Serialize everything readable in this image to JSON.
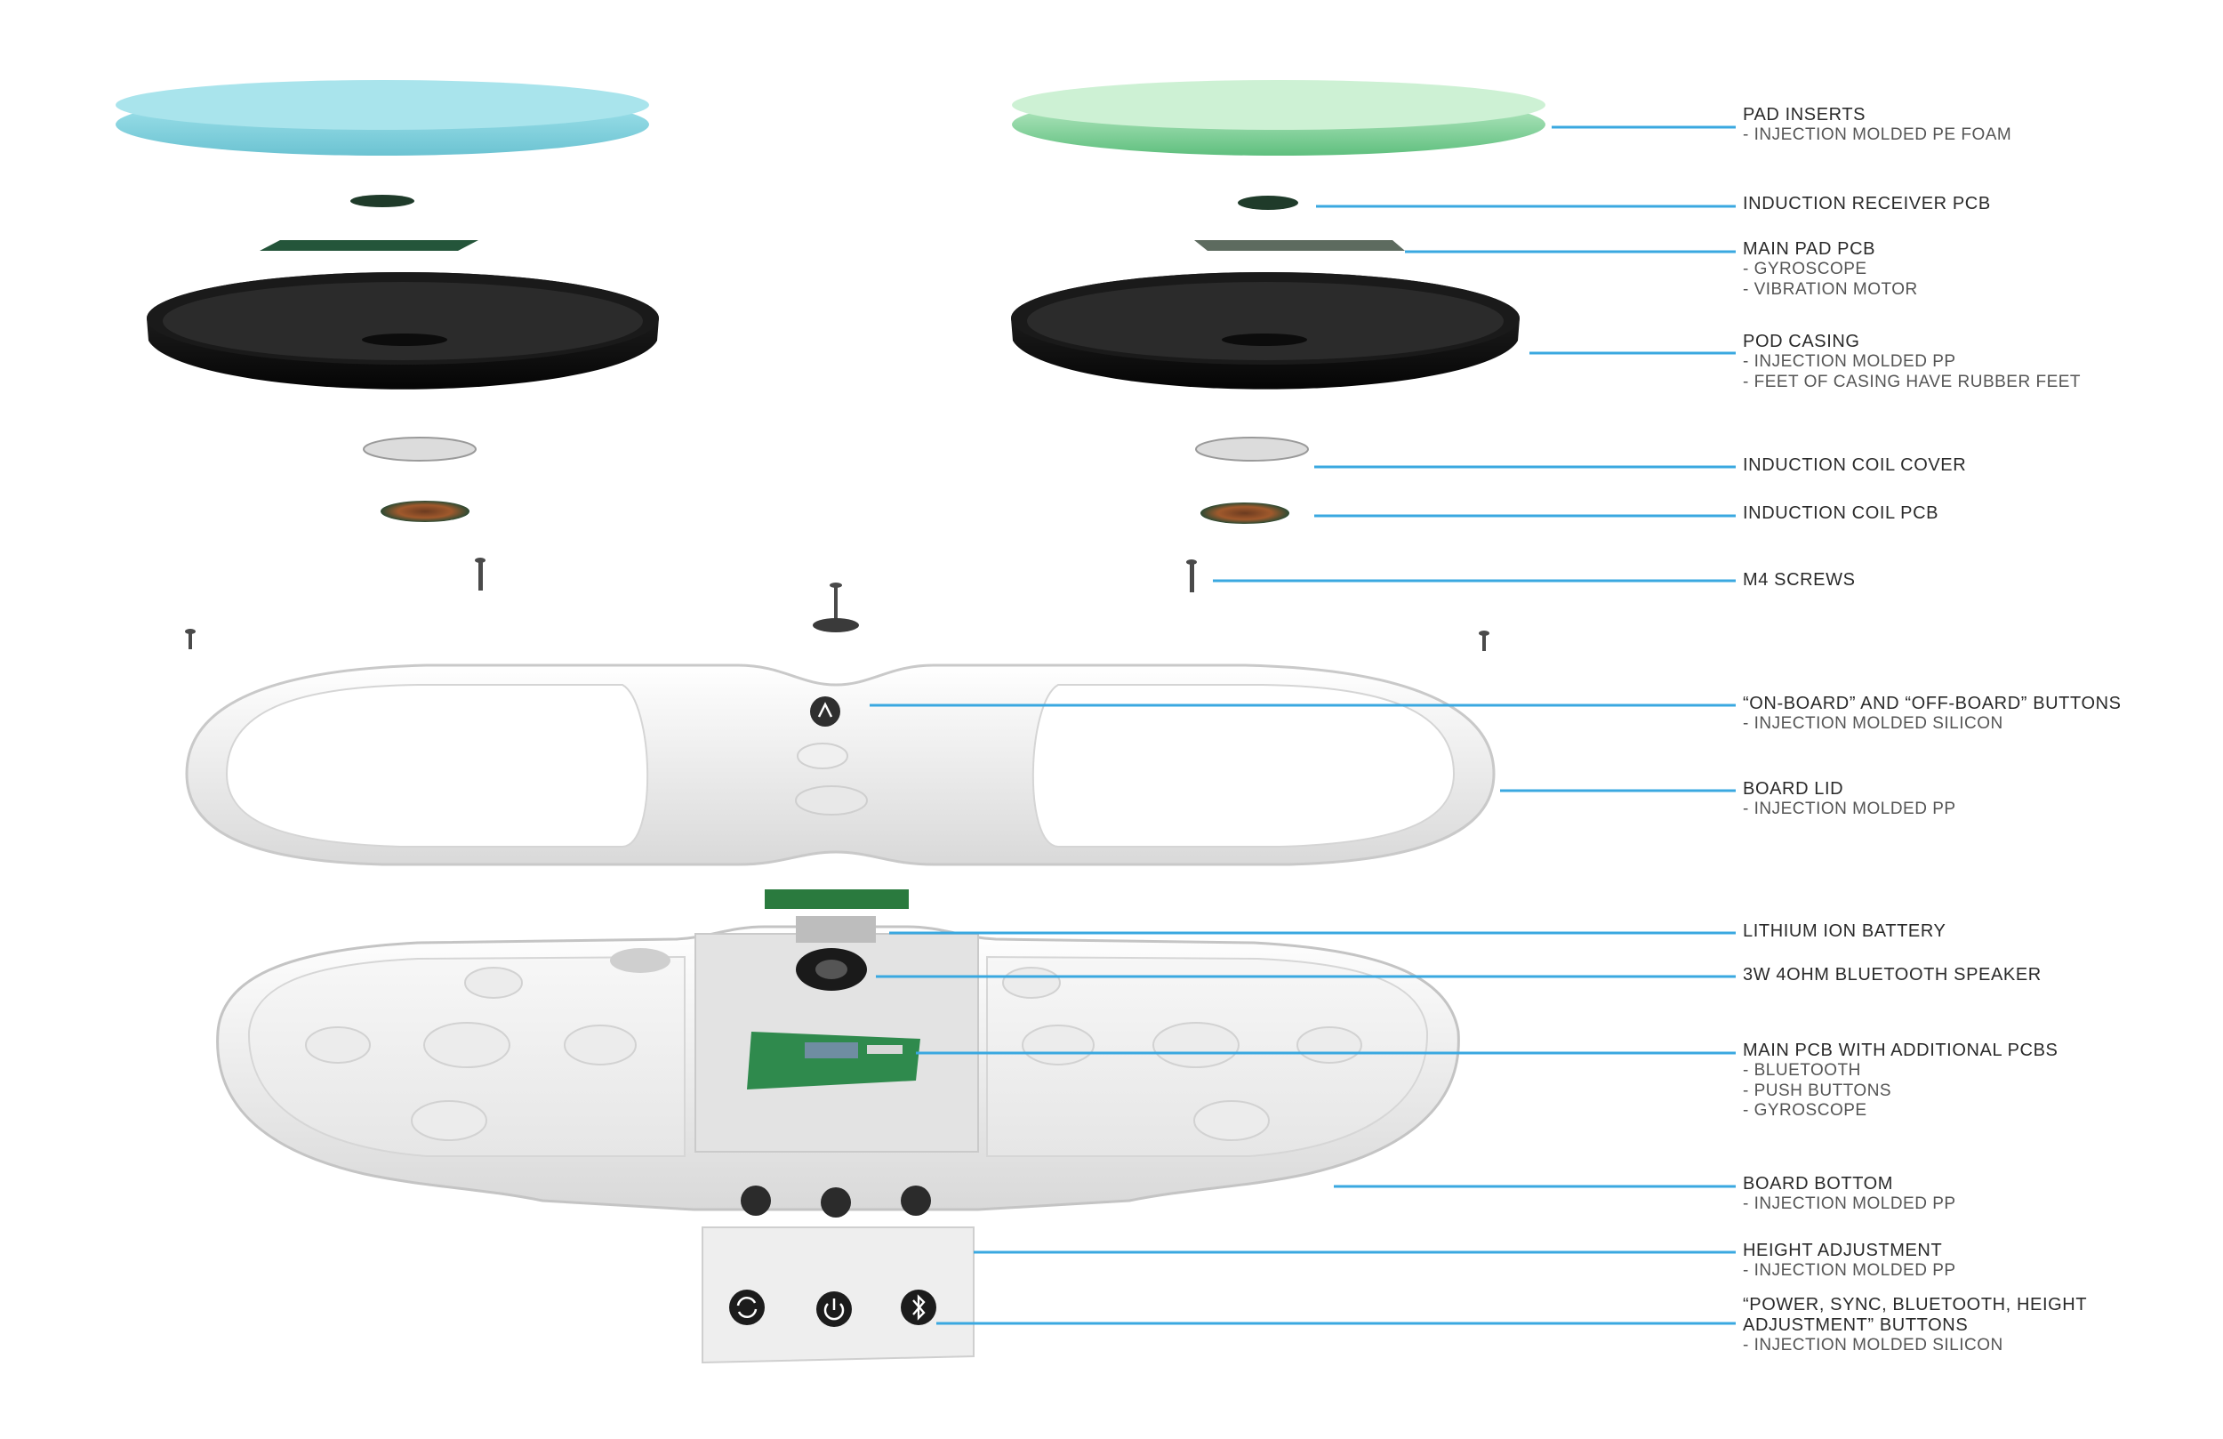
{
  "callouts": [
    {
      "id": "pad-inserts",
      "title": "PAD INSERTS",
      "details": [
        "- INJECTION MOLDED PE FOAM"
      ]
    },
    {
      "id": "induction-receiver-pcb",
      "title": "INDUCTION RECEIVER PCB",
      "details": []
    },
    {
      "id": "main-pad-pcb",
      "title": "MAIN PAD PCB",
      "details": [
        "- GYROSCOPE",
        "- VIBRATION MOTOR"
      ]
    },
    {
      "id": "pod-casing",
      "title": "POD CASING",
      "details": [
        "- INJECTION MOLDED PP",
        "- FEET OF CASING HAVE RUBBER FEET"
      ]
    },
    {
      "id": "induction-coil-cover",
      "title": "INDUCTION COIL COVER",
      "details": []
    },
    {
      "id": "induction-coil-pcb",
      "title": "INDUCTION COIL PCB",
      "details": []
    },
    {
      "id": "m4-screws",
      "title": "M4 SCREWS",
      "details": []
    },
    {
      "id": "board-buttons",
      "title": "“ON-BOARD” AND “OFF-BOARD” BUTTONS",
      "details": [
        "- INJECTION MOLDED SILICON"
      ]
    },
    {
      "id": "board-lid",
      "title": "BOARD LID",
      "details": [
        "- INJECTION MOLDED PP"
      ]
    },
    {
      "id": "lithium-ion-battery",
      "title": "LITHIUM ION BATTERY",
      "details": []
    },
    {
      "id": "bluetooth-speaker",
      "title": "3W 4OHM BLUETOOTH SPEAKER",
      "details": []
    },
    {
      "id": "main-pcb",
      "title": "MAIN PCB WITH ADDITIONAL PCBS",
      "details": [
        "- BLUETOOTH",
        "- PUSH BUTTONS",
        "- GYROSCOPE"
      ]
    },
    {
      "id": "board-bottom",
      "title": "BOARD BOTTOM",
      "details": [
        "- INJECTION MOLDED PP"
      ]
    },
    {
      "id": "height-adjustment",
      "title": "HEIGHT ADJUSTMENT",
      "details": [
        "- INJECTION MOLDED PP"
      ]
    },
    {
      "id": "control-buttons",
      "title": "“POWER, SYNC, BLUETOOTH, HEIGHT",
      "title2": "ADJUSTMENT” BUTTONS",
      "details": [
        "- INJECTION MOLDED SILICON"
      ]
    }
  ],
  "colors": {
    "leader_line": "#3aa8e0",
    "pad_left": "#93d8e3",
    "pad_right": "#8fd9a3",
    "casing": "#151515",
    "board_white": "#f2f2f2",
    "pcb_green": "#2f7a45"
  },
  "icons": [
    "sync-icon",
    "power-icon",
    "bluetooth-icon",
    "on-board-icon"
  ]
}
